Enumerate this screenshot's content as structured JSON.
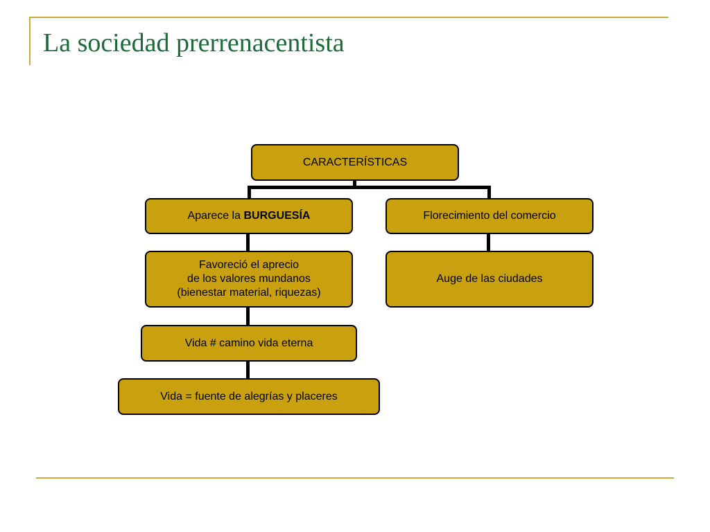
{
  "title": "La sociedad prerrenacentista",
  "diagram": {
    "root": {
      "label": "CARACTERÍSTICAS"
    },
    "left_branch": {
      "label_prefix": "Aparece la ",
      "label_bold": "BURGUESÍA",
      "children": [
        {
          "lines": [
            "Favoreció el aprecio",
            "de los valores mundanos",
            "(bienestar material, riquezas)"
          ]
        },
        {
          "label": "Vida # camino vida eterna"
        },
        {
          "label": "Vida = fuente de alegrías y placeres"
        }
      ]
    },
    "right_branch": {
      "label": "Florecimiento del comercio",
      "children": [
        {
          "label": "Auge de las ciudades"
        }
      ]
    }
  },
  "colors": {
    "box_fill": "#c9a10e",
    "box_border": "#000000",
    "title": "#1e6b3a",
    "accent_rule": "#d4a73c"
  }
}
